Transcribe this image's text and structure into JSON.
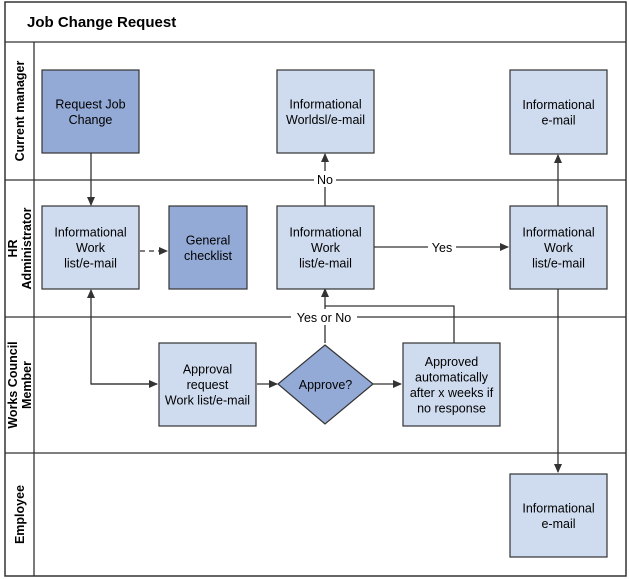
{
  "title": "Job Change Request",
  "lanes": [
    {
      "id": "manager",
      "label_lines": [
        "Current manager"
      ]
    },
    {
      "id": "hr",
      "label_lines": [
        "HR",
        "Administrator"
      ]
    },
    {
      "id": "works",
      "label_lines": [
        "Works Council",
        "Member"
      ]
    },
    {
      "id": "employee",
      "label_lines": [
        "Employee"
      ]
    }
  ],
  "nodes": {
    "request_job_change": {
      "lines": [
        "Request Job",
        "Change"
      ],
      "style": "dark"
    },
    "info_worklist_mgr": {
      "lines": [
        "Informational",
        "Worldsl/e-mail"
      ],
      "style": "light"
    },
    "info_email_mgr": {
      "lines": [
        "Informational",
        "e-mail"
      ],
      "style": "light"
    },
    "hr_info_worklist_1": {
      "lines": [
        "Informational",
        "Work",
        "list/e-mail"
      ],
      "style": "light"
    },
    "general_checklist": {
      "lines": [
        "General",
        "checklist"
      ],
      "style": "dark"
    },
    "hr_info_worklist_2": {
      "lines": [
        "Informational",
        "Work",
        "list/e-mail"
      ],
      "style": "light"
    },
    "hr_info_worklist_3": {
      "lines": [
        "Informational",
        "Work",
        "list/e-mail"
      ],
      "style": "light"
    },
    "approval_request": {
      "lines": [
        "Approval",
        "request",
        "Work list/e-mail"
      ],
      "style": "light"
    },
    "approve_decision": {
      "lines": [
        "Approve?"
      ],
      "style": "dark"
    },
    "approved_auto": {
      "lines": [
        "Approved",
        "automatically",
        "after x weeks if",
        "no response"
      ],
      "style": "light"
    },
    "employee_info_email": {
      "lines": [
        "Informational",
        "e-mail"
      ],
      "style": "light"
    }
  },
  "edge_labels": {
    "no": "No",
    "yes": "Yes",
    "yes_or_no": "Yes or No"
  },
  "colors": {
    "light_fill": "#cfdcef",
    "dark_fill": "#94aad6",
    "stroke": "#333333"
  }
}
